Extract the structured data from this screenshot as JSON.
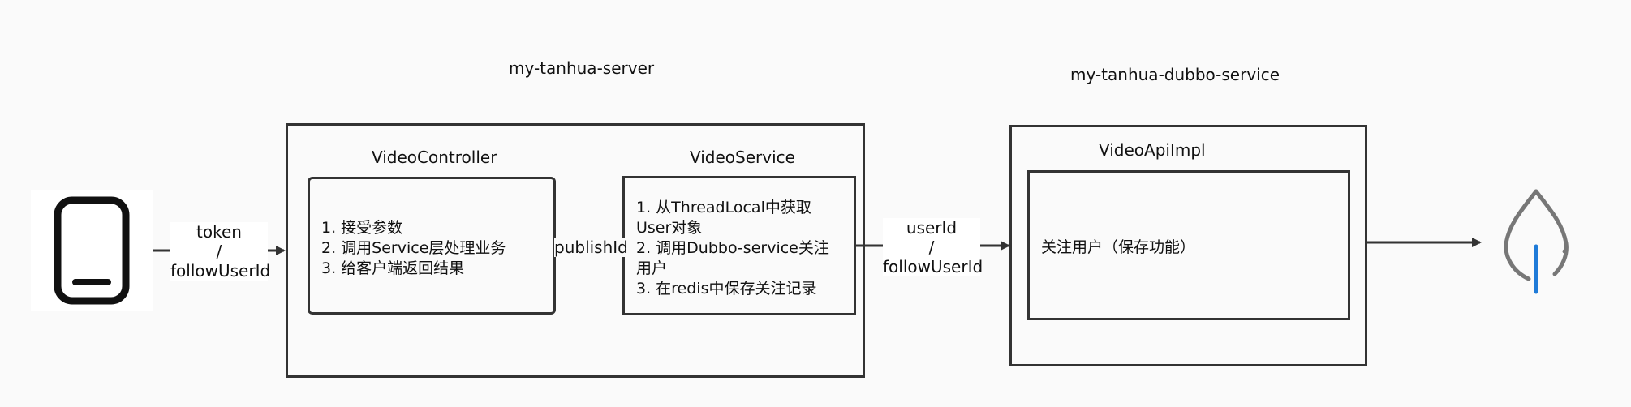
{
  "diagram": {
    "groups": [
      {
        "id": "server",
        "title": "my-tanhua-server"
      },
      {
        "id": "dubbo",
        "title": "my-tanhua-dubbo-service"
      }
    ],
    "nodes": {
      "client": {
        "icon": "phone-icon"
      },
      "controller": {
        "title": "VideoController",
        "lines": [
          "1. 接受参数",
          "2. 调用Service层处理业务",
          "3. 给客户端返回结果"
        ]
      },
      "service": {
        "title": "VideoService",
        "lines": [
          "1. 从ThreadLocal中获取",
          "User对象",
          "2. 调用Dubbo-service关注",
          "用户",
          "3. 在redis中保存关注记录"
        ]
      },
      "api": {
        "title": "VideoApiImpl",
        "text": "关注用户（保存功能）"
      },
      "storage": {
        "icon": "mongodb-leaf-icon"
      }
    },
    "edges": {
      "client_to_controller": {
        "lines": [
          "token",
          "/",
          "followUserId"
        ]
      },
      "controller_to_service": {
        "label": "publishId"
      },
      "service_to_api": {
        "lines": [
          "userId",
          "/",
          "followUserId"
        ]
      },
      "api_to_storage": {
        "label": ""
      }
    },
    "colors": {
      "stroke": "#333333",
      "background": "#fafafa",
      "leaf_outline": "#777777",
      "leaf_stem": "#1f7bd8"
    }
  }
}
